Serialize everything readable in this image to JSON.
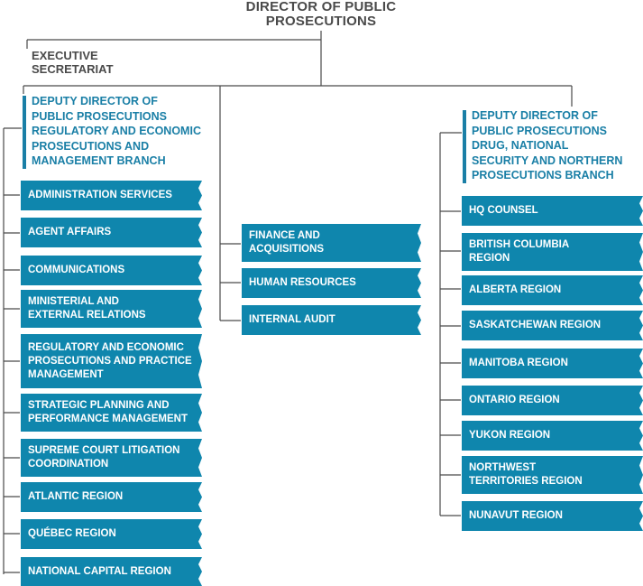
{
  "top": {
    "title_lines": [
      "DIRECTOR OF PUBLIC",
      "PROSECUTIONS"
    ]
  },
  "executive": {
    "lines": [
      "EXECUTIVE",
      "SECRETARIAT"
    ]
  },
  "left_branch": {
    "heading_lines": [
      "DEPUTY DIRECTOR OF",
      "PUBLIC PROSECUTIONS",
      "REGULATORY AND ECONOMIC",
      "PROSECUTIONS AND",
      "MANAGEMENT BRANCH"
    ],
    "units": [
      {
        "lines": [
          "ADMINISTRATION SERVICES"
        ]
      },
      {
        "lines": [
          "AGENT AFFAIRS"
        ]
      },
      {
        "lines": [
          "COMMUNICATIONS"
        ]
      },
      {
        "lines": [
          "MINISTERIAL AND",
          "EXTERNAL RELATIONS"
        ]
      },
      {
        "lines": [
          "REGULATORY AND ECONOMIC",
          "PROSECUTIONS AND PRACTICE",
          "MANAGEMENT"
        ]
      },
      {
        "lines": [
          "STRATEGIC PLANNING AND",
          "PERFORMANCE MANAGEMENT"
        ]
      },
      {
        "lines": [
          "SUPREME COURT LITIGATION",
          "COORDINATION"
        ]
      },
      {
        "lines": [
          "ATLANTIC REGION"
        ]
      },
      {
        "lines": [
          "QUÉBEC REGION"
        ]
      },
      {
        "lines": [
          "NATIONAL CAPITAL REGION"
        ]
      }
    ]
  },
  "center_branch": {
    "units": [
      {
        "lines": [
          "FINANCE AND",
          "ACQUISITIONS"
        ]
      },
      {
        "lines": [
          "HUMAN RESOURCES"
        ]
      },
      {
        "lines": [
          "INTERNAL AUDIT"
        ]
      }
    ]
  },
  "right_branch": {
    "heading_lines": [
      "DEPUTY DIRECTOR OF",
      "PUBLIC PROSECUTIONS",
      "DRUG, NATIONAL",
      "SECURITY AND NORTHERN",
      "PROSECUTIONS BRANCH"
    ],
    "units": [
      {
        "lines": [
          "HQ COUNSEL"
        ]
      },
      {
        "lines": [
          "BRITISH COLUMBIA",
          "REGION"
        ]
      },
      {
        "lines": [
          "ALBERTA REGION"
        ]
      },
      {
        "lines": [
          "SASKATCHEWAN REGION"
        ]
      },
      {
        "lines": [
          "MANITOBA REGION"
        ]
      },
      {
        "lines": [
          "ONTARIO REGION"
        ]
      },
      {
        "lines": [
          "YUKON REGION"
        ]
      },
      {
        "lines": [
          "NORTHWEST",
          "TERRITORIES REGION"
        ]
      },
      {
        "lines": [
          "NUNAVUT REGION"
        ]
      }
    ]
  },
  "colors": {
    "box_fill": "#0f86ad",
    "box_text": "#ffffff",
    "heading_text": "#1a7fa6",
    "title_text": "#4a4a4a",
    "connector": "#4a4a4a"
  }
}
